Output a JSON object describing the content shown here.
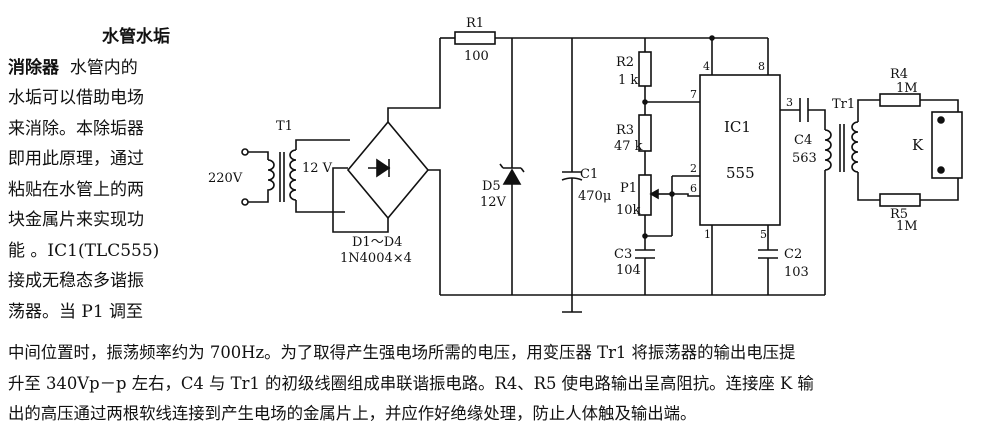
{
  "article": {
    "title": "水管水垢",
    "title2": "消除器",
    "left_lines": [
      "水管内的",
      "水垢可以借助电场",
      "来消除。本除垢器",
      "即用此原理，通过",
      "粘贴在水管上的两",
      "块金属片来实现功",
      "能 。IC1(TLC555)",
      "接成无稳态多谐振",
      "荡器。当 P1 调至"
    ],
    "bottom_lines": [
      "中间位置时，振荡频率约为 700Hz。为了取得产生强电场所需的电压，用变压器 Tr1 将振荡器的输出电压提",
      "升至 340Vp－p 左右，C4 与 Tr1 的初级线圈组成串联谐振电路。R4、R5 使电路输出呈高阻抗。连接座 K 输",
      "出的高压通过两根软线连接到产生电场的金属片上，并应作好绝缘处理，防止人体触及输出端。"
    ]
  },
  "schematic": {
    "labels": {
      "t1": "T1",
      "v220": "220V",
      "v12": "12 V",
      "diodes": "D1～D4",
      "diode_type": "1N4004×4",
      "r1": "R1",
      "r1_val": "100",
      "d5": "D5",
      "d5_val": "12V",
      "c1": "C1",
      "c1_val": "470μ",
      "r2": "R2",
      "r2_val": "1 k",
      "r3": "R3",
      "r3_val": "47 k",
      "p1": "P1",
      "p1_val": "10k",
      "c3": "C3",
      "c3_val": "104",
      "ic1": "IC1",
      "ic_type": "555",
      "c2": "C2",
      "c2_val": "103",
      "c4": "C4",
      "c4_val": "563",
      "tr1": "Tr1",
      "r4": "R4",
      "r4_val": "1M",
      "r5": "R5",
      "r5_val": "1M",
      "k": "K",
      "pin4": "4",
      "pin8": "8",
      "pin7": "7",
      "pin2": "2",
      "pin6": "6",
      "pin3": "3",
      "pin1": "1",
      "pin5": "5"
    }
  }
}
